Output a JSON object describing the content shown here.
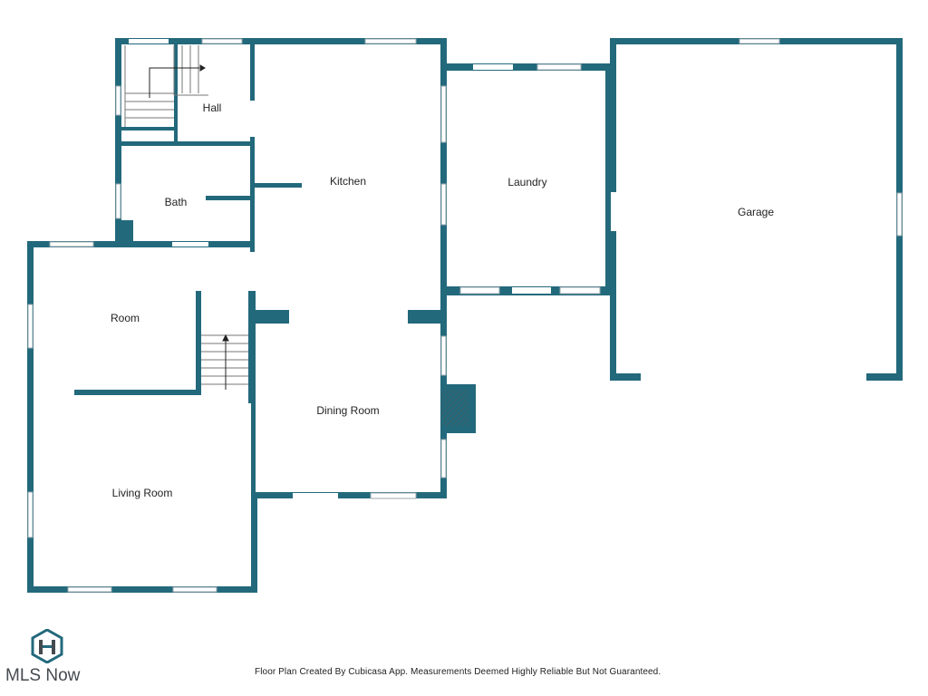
{
  "colors": {
    "wall": "#23697c",
    "window": "#ffffff",
    "window_line": "#9aa9af",
    "text": "#222222",
    "logo": "#444b50"
  },
  "rooms": {
    "hall": "Hall",
    "kitchen": "Kitchen",
    "laundry": "Laundry",
    "garage": "Garage",
    "bath": "Bath",
    "room": "Room",
    "dining_room": "Dining Room",
    "living_room": "Living Room"
  },
  "footer": {
    "disclaimer": "Floor Plan Created By Cubicasa App. Measurements Deemed Highly Reliable But Not Guaranteed."
  },
  "logo": {
    "text": "MLS Now",
    "icon": "mls-now-logo-icon"
  }
}
